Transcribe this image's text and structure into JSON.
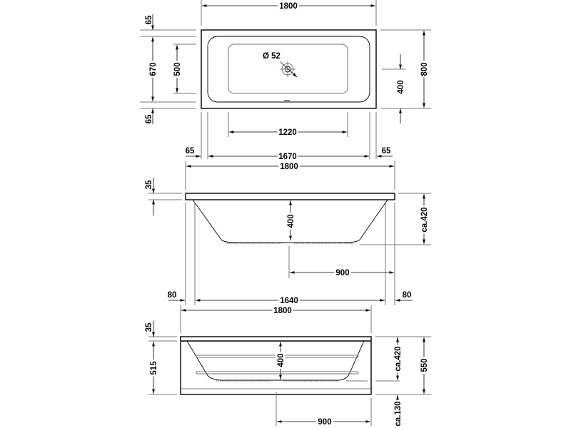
{
  "title": "Bathtub dimension drawing",
  "plan_view": {
    "overall_length": "1800",
    "overall_width": "800",
    "rim_top": "65",
    "rim_bottom": "65",
    "inner_width": "670",
    "bottom_width": "500",
    "drain_diameter": "Ø 52",
    "drain_offset": "400",
    "bottom_length": "1220",
    "inner_length": "1670",
    "rim_left": "65",
    "rim_right": "65"
  },
  "section_view": {
    "overall_length": "1800",
    "rim_height": "35",
    "inner_depth": "400",
    "depth": "ca.420",
    "drain_position": "900",
    "support_left": "80",
    "support_span": "1640",
    "support_right": "80"
  },
  "panel_view": {
    "overall_length": "1800",
    "rim_height": "35",
    "panel_height": "515",
    "inner_depth": "400",
    "depth": "ca.420",
    "total_height": "550",
    "floor_clearance": "ca.130",
    "drain_position": "900"
  }
}
